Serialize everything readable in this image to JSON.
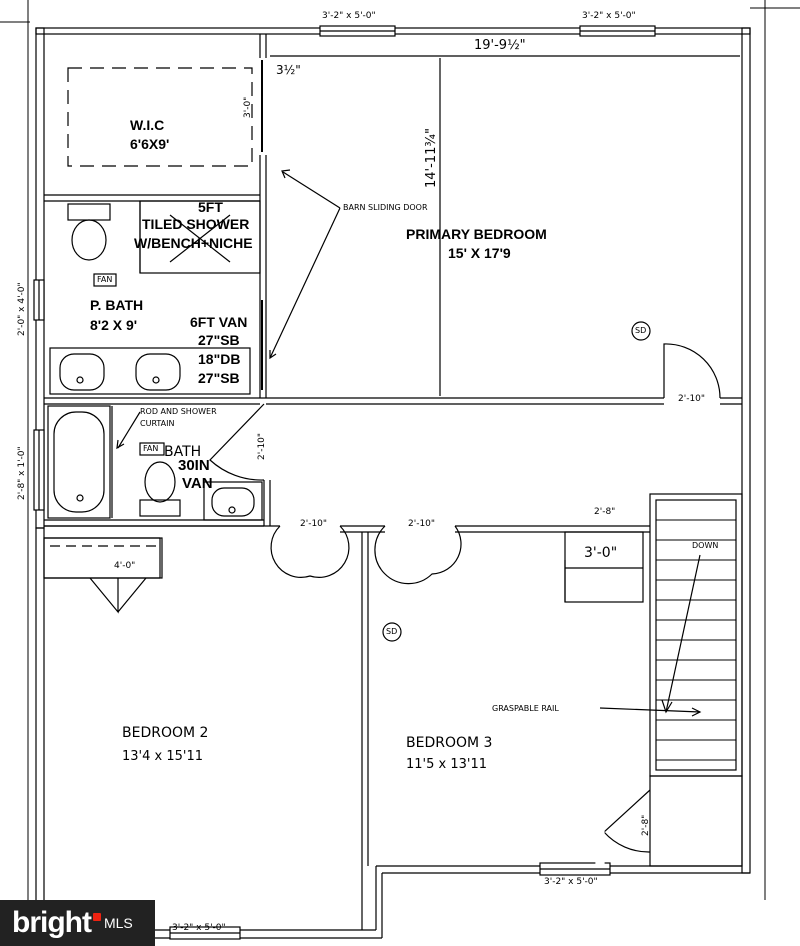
{
  "rooms": {
    "wic_name": "W.I.C",
    "wic_size": "6'6X9'",
    "shower_1": "5FT",
    "shower_2": "TILED SHOWER",
    "shower_3": "W/BENCH+NICHE",
    "pbath_name": "P. BATH",
    "pbath_size": "8'2 X 9'",
    "vanity_1": "6FT VAN",
    "vanity_2": "27\"SB",
    "vanity_3": "18\"DB",
    "vanity_4": "27\"SB",
    "primary_name": "PRIMARY BEDROOM",
    "primary_size": "15' X 17'9",
    "bath_name": "BATH",
    "bath_van_1": "30IN",
    "bath_van_2": "VAN",
    "bed2_name": "BEDROOM 2",
    "bed2_size": "13'4 x 15'11",
    "bed3_name": "BEDROOM 3",
    "bed3_size": "11'5 x 13'11"
  },
  "fixtures": {
    "fan_1": "FAN",
    "fan_2": "FAN",
    "sd_1": "SD",
    "sd_2": "SD"
  },
  "notes": {
    "barn_door": "BARN SLIDING DOOR",
    "rod_1": "ROD AND SHOWER",
    "rod_2": "CURTAIN",
    "rail": "GRASPABLE RAIL",
    "down": "DOWN"
  },
  "dimensions": {
    "win_top_left": "3'-2\" x 5'-0\"",
    "win_top_right": "3'-2\" x 5'-0\"",
    "primary_width": "19'-9½\"",
    "primary_depth": "14'-11¾\"",
    "wall_offset": "3½\"",
    "wic_door": "3'-0\"",
    "win_left_upper": "2'-0\" x 4'-0\"",
    "win_left_lower": "2'-8\" x 1'-0\"",
    "door_primary": "2'-10\"",
    "door_bath": "2'-10\"",
    "door_bed2": "2'-10\"",
    "door_bed3": "2'-10\"",
    "closet_bed2": "4'-0\"",
    "closet_hall": "2'-8\"",
    "hall_width": "3'-0\"",
    "door_stair": "2'-8\"",
    "win_bottom_right": "3'-2\" x 5'-0\"",
    "win_bottom_left": "3'-2\" x 5'-0\""
  },
  "logo": {
    "brand": "bright",
    "suffix": "MLS"
  }
}
